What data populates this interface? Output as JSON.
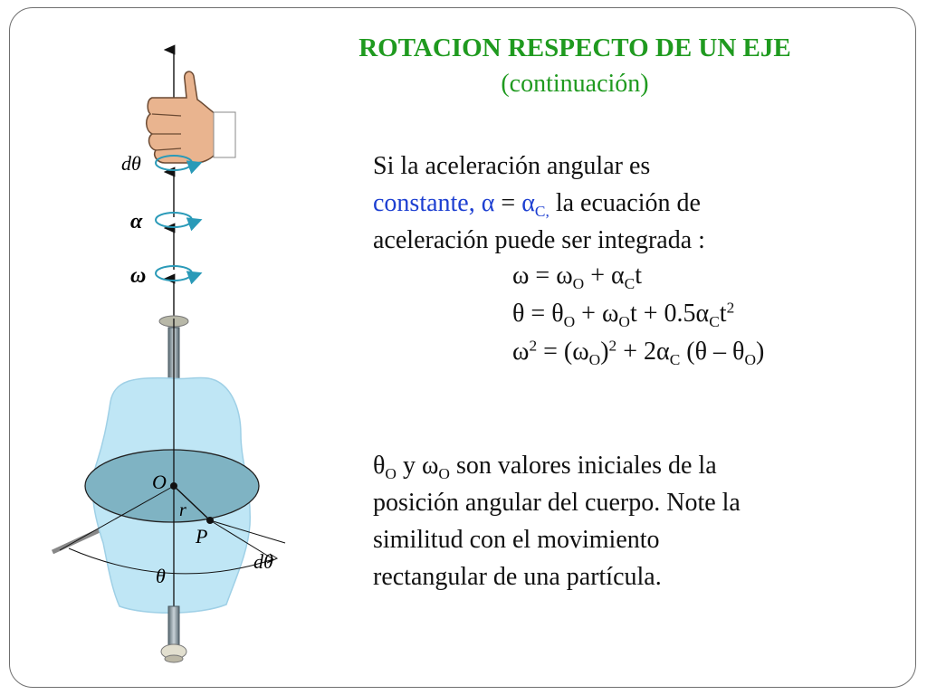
{
  "slide": {
    "title": "ROTACION RESPECTO DE UN EJE",
    "subtitle": "(continuación)",
    "intro": {
      "line1": "Si la aceleración angular es",
      "constant_word": "constante,",
      "alpha": "α",
      "equals": "=",
      "alpha_c": "α",
      "alpha_c_sub": "C,",
      "line2_rest": "la ecuación de",
      "line3": "aceleración puede ser integrada :"
    },
    "equations": {
      "eq1": {
        "lhs": "ω = ω",
        "sub1": "O",
        "mid": " + α",
        "sub2": "C",
        "end": "t"
      },
      "eq2": {
        "lhs": "θ = θ",
        "sub1": "O",
        "mid1": " + ω",
        "sub2": "O",
        "mid2": "t + 0.5α",
        "sub3": "C",
        "mid3": "t",
        "sup1": "2"
      },
      "eq3": {
        "lhs": "ω",
        "sup1": "2",
        "mid1": " = (ω",
        "sub1": "O",
        "mid2": ")",
        "sup2": "2",
        "mid3": " + 2α",
        "sub2": "C",
        "mid4": " (θ – θ",
        "sub3": "O",
        "end": ")"
      }
    },
    "closing": {
      "theta": "θ",
      "theta_sub": "O",
      "y": " y ω",
      "omega_sub": "O",
      "line1_rest": " son valores iniciales de la",
      "line2": "posición angular del cuerpo. Note la",
      "line3": "similitud con el movimiento",
      "line4": "rectangular de una partícula."
    },
    "figure_labels": {
      "dtheta_top": "dθ",
      "alpha": "α",
      "omega": "ω",
      "origin": "O",
      "radius": "r",
      "point": "P",
      "dtheta_arc": "dθ",
      "theta": "θ"
    },
    "colors": {
      "title": "#1f9a1f",
      "highlight": "#1d3fd1",
      "body_fill": "#bfe6f5",
      "disk_fill": "#7fb3c3",
      "rotation_arrow": "#2a9ab8"
    }
  }
}
